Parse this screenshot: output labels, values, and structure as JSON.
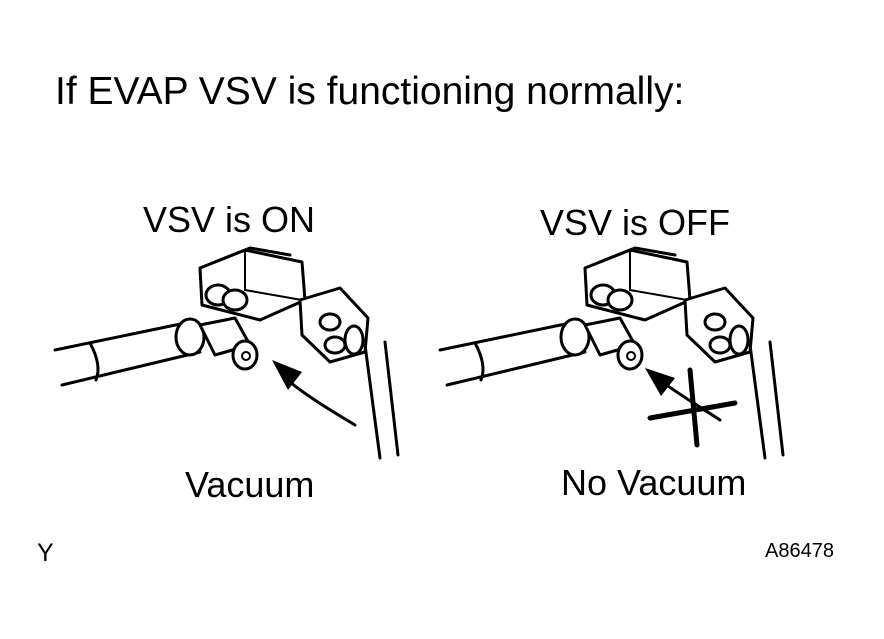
{
  "title": "If EVAP VSV is functioning normally:",
  "panels": [
    {
      "state_label": "VSV is ON",
      "result_label": "Vacuum",
      "vacuum_present": true
    },
    {
      "state_label": "VSV is OFF",
      "result_label": "No Vacuum",
      "vacuum_present": false
    }
  ],
  "corner_left": "Y",
  "figure_id": "A86478"
}
